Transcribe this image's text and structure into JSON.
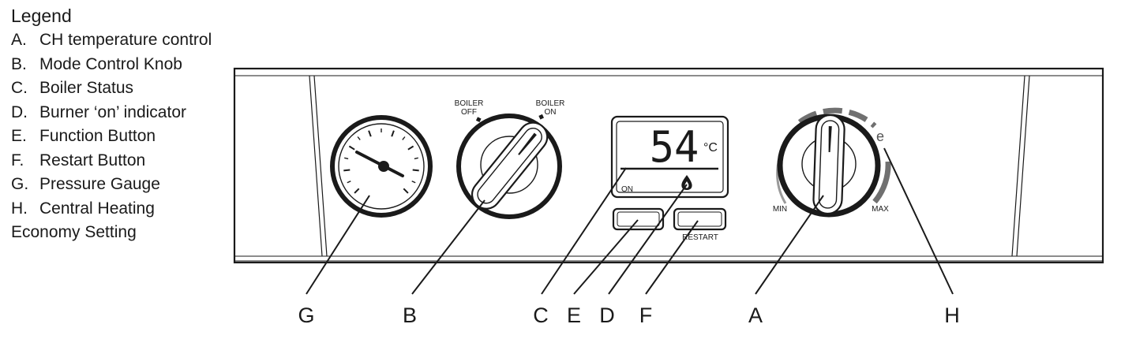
{
  "legend": {
    "title": "Legend",
    "items": [
      {
        "key": "A.",
        "text": "CH temperature control"
      },
      {
        "key": "B.",
        "text": "Mode Control Knob"
      },
      {
        "key": "C.",
        "text": "Boiler Status"
      },
      {
        "key": "D.",
        "text": "Burner ‘on’ indicator"
      },
      {
        "key": "E.",
        "text": "Function Button"
      },
      {
        "key": "F.",
        "text": "Restart Button"
      },
      {
        "key": "G.",
        "text": "Pressure Gauge"
      },
      {
        "key": "H.",
        "text": "Central Heating\nEconomy Setting"
      }
    ]
  },
  "panel": {
    "mode_knob": {
      "off_label_1": "BOILER",
      "off_label_2": "OFF",
      "on_label_1": "BOILER",
      "on_label_2": "ON"
    },
    "display": {
      "temperature": "54",
      "unit": "°C",
      "status": "ON"
    },
    "buttons": {
      "restart_label": "RESTART"
    },
    "temp_knob": {
      "min_label": "MIN",
      "max_label": "MAX",
      "economy_symbol": "e"
    }
  },
  "callouts": {
    "G": "G",
    "B": "B",
    "C": "C",
    "E": "E",
    "D": "D",
    "F": "F",
    "A": "A",
    "H": "H"
  }
}
